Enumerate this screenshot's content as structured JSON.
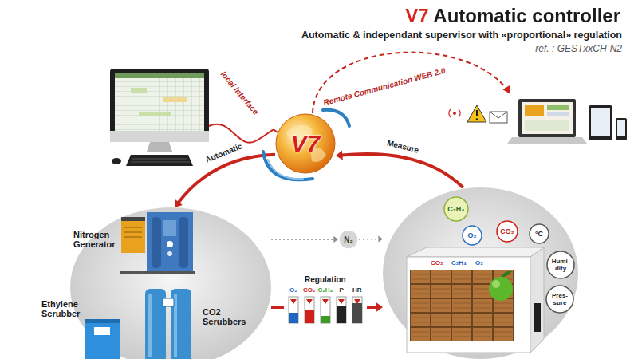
{
  "diagram": {
    "title": "V7 Automatic controller",
    "nodes": [
      {
        "text": [
          "V7"
        ]
      },
      {
        "text": [
          "Nitrogen Generator",
          "Ethylene Scrubber",
          "CO2 Scrubbers"
        ]
      },
      {
        "text": [
          "N₂"
        ]
      },
      {
        "text": [
          "Regulation",
          "O₂",
          "CO₂",
          "C₂H₄",
          "P",
          "HR"
        ]
      },
      {
        "text": [
          "CO₂",
          "C₂H₄",
          "O₂"
        ]
      },
      {
        "text": [
          "C₂H₄"
        ],
        "in": 4
      },
      {
        "text": [
          "O₂"
        ],
        "in": 4
      },
      {
        "text": [
          "CO₂"
        ],
        "in": 4
      },
      {
        "text": [
          "°C"
        ],
        "in": 4
      },
      {
        "text": [
          "Humi-dity"
        ],
        "in": 4
      },
      {
        "text": [
          "Pres-sure"
        ],
        "in": 4
      }
    ],
    "edges": [
      {
        "from": 0,
        "to": 1,
        "arrow": "to",
        "label": "Automatic"
      },
      {
        "from": 4,
        "to": 0,
        "arrow": "to",
        "label": "Measure"
      },
      {
        "from": 1,
        "to": 2,
        "arrow": "to"
      },
      {
        "from": 2,
        "to": 4,
        "arrow": "to"
      },
      {
        "from": 1,
        "to": 3,
        "arrow": "none"
      },
      {
        "from": 3,
        "to": 4,
        "arrow": "to"
      }
    ],
    "labels": [
      "Automatic & independant supervisor with «proportional» regulation",
      "réf. : GESTxxCH-N2",
      "local interface",
      "Remote Communication WEB 2.0"
    ]
  }
}
